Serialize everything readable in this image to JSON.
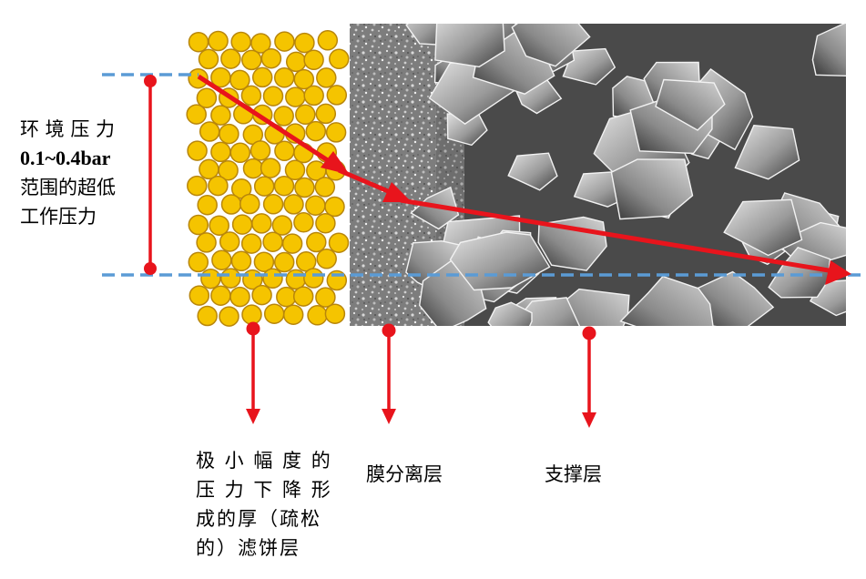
{
  "labels": {
    "pressure": [
      "环 境 压 力",
      "0.1~0.4bar",
      "范围的超低",
      "工作压力"
    ],
    "filter_cake": [
      "极 小 幅 度 的",
      "压 力 下 降 形",
      "成的厚（疏松",
      "的）滤饼层"
    ],
    "membrane_layer": "膜分离层",
    "support_layer": "支撑层"
  },
  "colors": {
    "arrow": "#e8141c",
    "dashed_line": "#5b9bd5",
    "particle_fill": "#f5c400",
    "particle_stroke": "#b8860b",
    "sem_background": "#5a5a5a"
  },
  "images": {
    "particles": "filter-cake-particles",
    "micrograph": "sem-micrograph"
  }
}
